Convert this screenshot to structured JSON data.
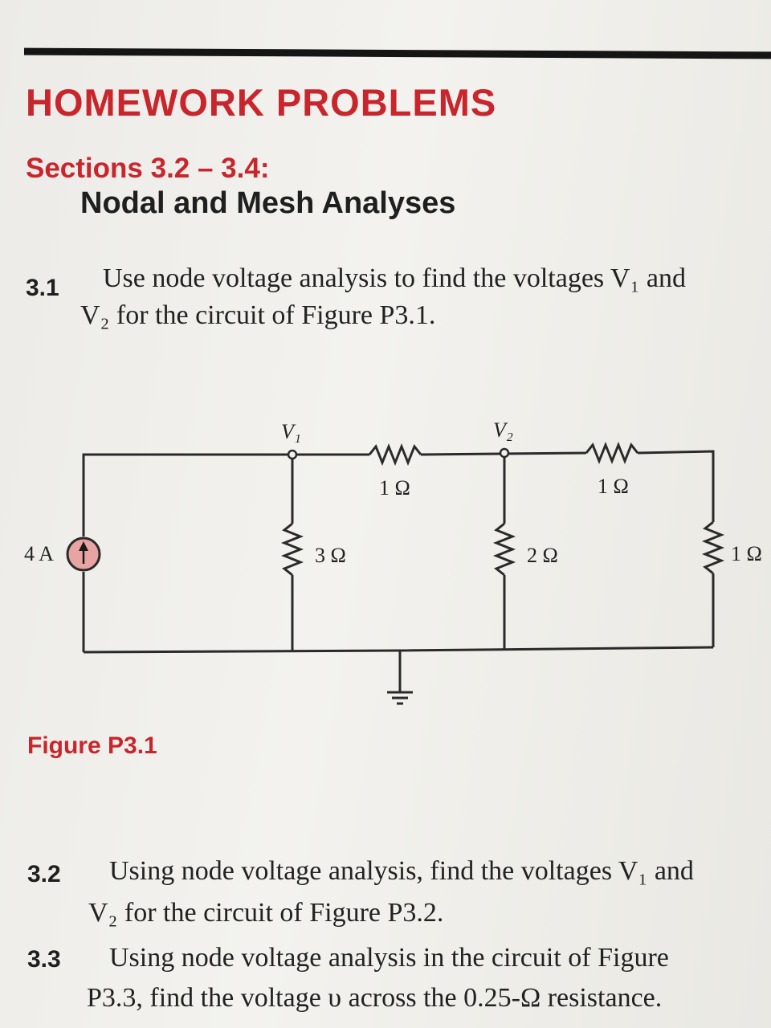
{
  "header": {
    "title": "HOMEWORK PROBLEMS",
    "section": "Sections 3.2 – 3.4:",
    "subsection": "Nodal and Mesh Analyses"
  },
  "problems": [
    {
      "number": "3.1",
      "line1": "Use node voltage analysis to find the voltages V₁ and",
      "line2": "V₂ for the circuit of Figure P3.1."
    },
    {
      "number": "3.2",
      "line1": "Using node voltage analysis, find the voltages V₁ and",
      "line2": "V₂ for the circuit of Figure P3.2."
    },
    {
      "number": "3.3",
      "line1": "Using node voltage analysis in the circuit of Figure",
      "line2": "P3.3, find the voltage υ across the 0.25-Ω resistance."
    }
  ],
  "figure": {
    "caption": "Figure P3.1",
    "source_label": "4 A",
    "node1_label": "V₁",
    "node2_label": "V₂",
    "r_top_left": "1 Ω",
    "r_top_right": "1 Ω",
    "r_shunt_1": "3 Ω",
    "r_shunt_2": "2 Ω",
    "r_shunt_3": "1 Ω"
  },
  "colors": {
    "accent_red": "#c8262c",
    "source_fill": "#e8a3a3"
  }
}
